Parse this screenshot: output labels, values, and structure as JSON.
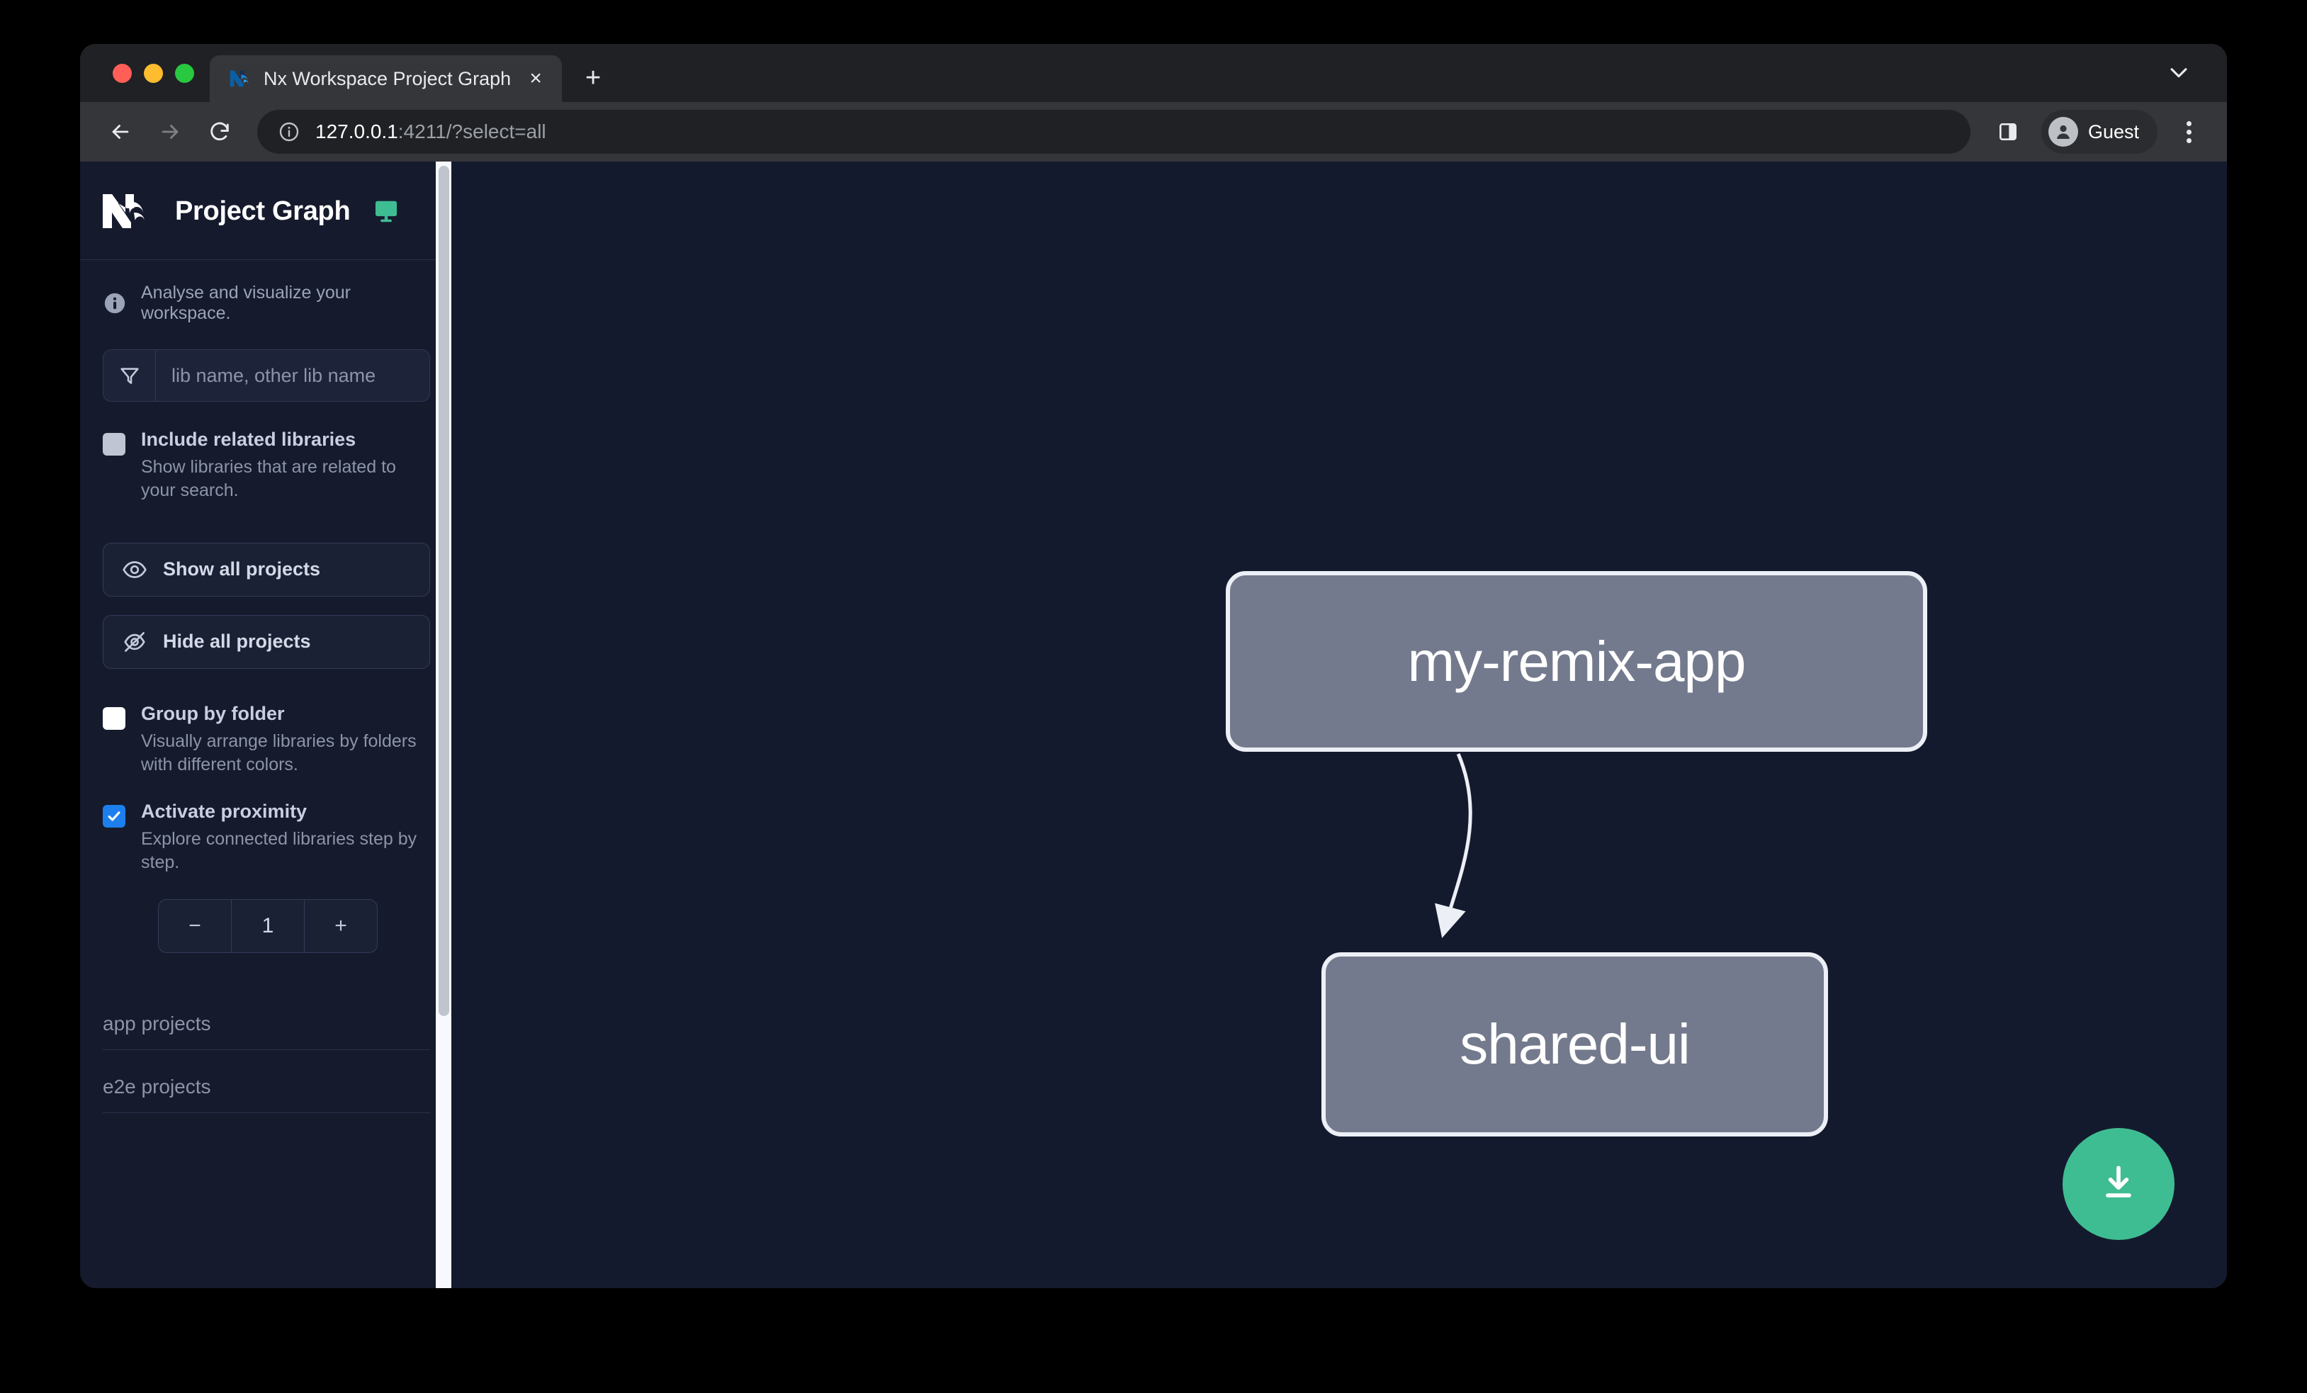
{
  "browser": {
    "tab": {
      "title": "Nx Workspace Project Graph",
      "favicon_name": "nx-favicon",
      "close_label": "×"
    },
    "new_tab_label": "+",
    "omnibox": {
      "host": "127.0.0.1",
      "path": ":4211/?select=all",
      "full_url": "127.0.0.1:4211/?select=all",
      "site_info_icon": "info-circle-icon"
    },
    "profile": {
      "name": "Guest"
    },
    "icons": {
      "back": "back-arrow-icon",
      "forward": "forward-arrow-icon",
      "reload": "reload-icon",
      "split_view": "split-view-icon",
      "menu": "three-dot-menu-icon",
      "tab_list": "chevron-down-icon"
    }
  },
  "sidebar": {
    "logo_name": "nx-logo",
    "title": "Project Graph",
    "monitor_icon": "monitor-icon",
    "monitor_color": "#3fbd92",
    "tagline": "Analyse and visualize your workspace.",
    "filter": {
      "placeholder": "lib name, other lib name",
      "value": "",
      "icon": "filter-funnel-icon"
    },
    "options": [
      {
        "label": "Include related libraries",
        "description": "Show libraries that are related to your search.",
        "state": "muted"
      },
      {
        "label": "Group by folder",
        "description": "Visually arrange libraries by folders with different colors.",
        "state": "unchecked"
      },
      {
        "label": "Activate proximity",
        "description": "Explore connected libraries step by step.",
        "state": "checked"
      }
    ],
    "buttons": [
      {
        "label": "Show all projects",
        "icon": "eye-icon"
      },
      {
        "label": "Hide all projects",
        "icon": "eye-off-icon"
      }
    ],
    "stepper": {
      "decrement_label": "−",
      "value": "1",
      "increment_label": "+"
    },
    "sections": [
      {
        "label": "app projects"
      },
      {
        "label": "e2e projects"
      }
    ]
  },
  "graph": {
    "nodes": [
      {
        "id": "my-remix-app",
        "label": "my-remix-app"
      },
      {
        "id": "shared-ui",
        "label": "shared-ui"
      }
    ],
    "edges": [
      {
        "from": "my-remix-app",
        "to": "shared-ui"
      }
    ],
    "colors": {
      "node_fill": "#747a8d",
      "node_border": "#eceff5",
      "canvas": "#141a2e"
    },
    "download_button": {
      "icon": "download-icon",
      "color": "#3fbd92"
    }
  }
}
